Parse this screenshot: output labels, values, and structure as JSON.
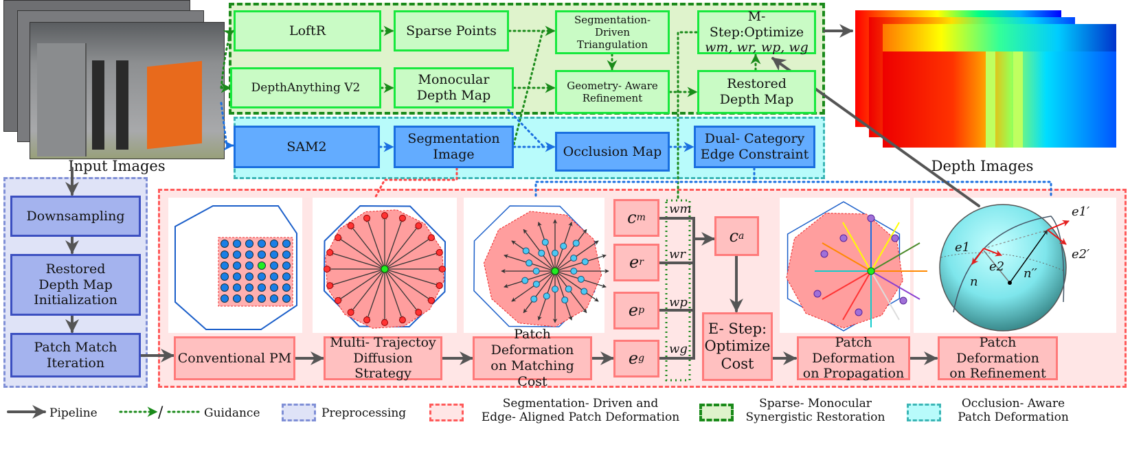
{
  "inputs": {
    "label": "Input Images"
  },
  "outputs": {
    "label": "Depth Images"
  },
  "sparse_monocular": {
    "loftr": "LoftR",
    "sparse_points": "Sparse Points",
    "seg_triangulation": "Segmentation- Driven\nTriangulation",
    "mstep": "M- Step:Optimize",
    "mstep_vars": "wm, wr, wp, wg",
    "depthanything": "DepthAnything V2",
    "monocular": "Monocular\nDepth Map",
    "geometry": "Geometry- Aware\nRefinement",
    "restored": "Restored\nDepth Map"
  },
  "occlusion": {
    "sam2": "SAM2",
    "seg_image": "Segmentation\nImage",
    "occ_map": "Occlusion Map",
    "dual": "Dual- Category\nEdge Constraint"
  },
  "preprocessing": {
    "downsampling": "Downsampling",
    "init": "Restored\nDepth Map\nInitialization",
    "pm_iter": "Patch Match\nIteration"
  },
  "deformation": {
    "conventional": "Conventional PM",
    "multi": "Multi- Trajectoy\nDiffusion Strategy",
    "matching": "Patch Deformation\non Matching Cost",
    "propagation": "Patch Deformation\non Propagation",
    "refinement": "Patch Deformation\non Refinement",
    "cm": "c",
    "cm_sub": "m",
    "er": "e",
    "er_sub": "r",
    "ep": "e",
    "ep_sub": "p",
    "eg": "e",
    "eg_sub": "g",
    "ca": "c",
    "ca_sub": "a",
    "wm": "wm",
    "wr": "wr",
    "wp": "wp",
    "wg": "wg",
    "estep": "E- Step:\nOptimize\nCost",
    "sphere_labels": {
      "e1": "e1",
      "e2": "e2",
      "n": "n",
      "npp": "n′′",
      "e1p": "e1′",
      "e2p": "e2′"
    }
  },
  "legend": {
    "pipeline": "Pipeline",
    "guidance": "Guidance",
    "slash": "/",
    "preprocessing": "Preprocessing",
    "seg_driven": "Segmentation- Driven and\nEdge- Aligned Patch Deformation",
    "sparse": "Sparse- Monocular\nSynergistic Restoration",
    "occ": "Occlusion- Aware\nPatch Deformation"
  },
  "colors": {
    "pipeline": "#555555",
    "green_guidance": "#1a8a1a",
    "blue_guidance": "#1a6fe0",
    "red_guidance": "#ff4444"
  }
}
